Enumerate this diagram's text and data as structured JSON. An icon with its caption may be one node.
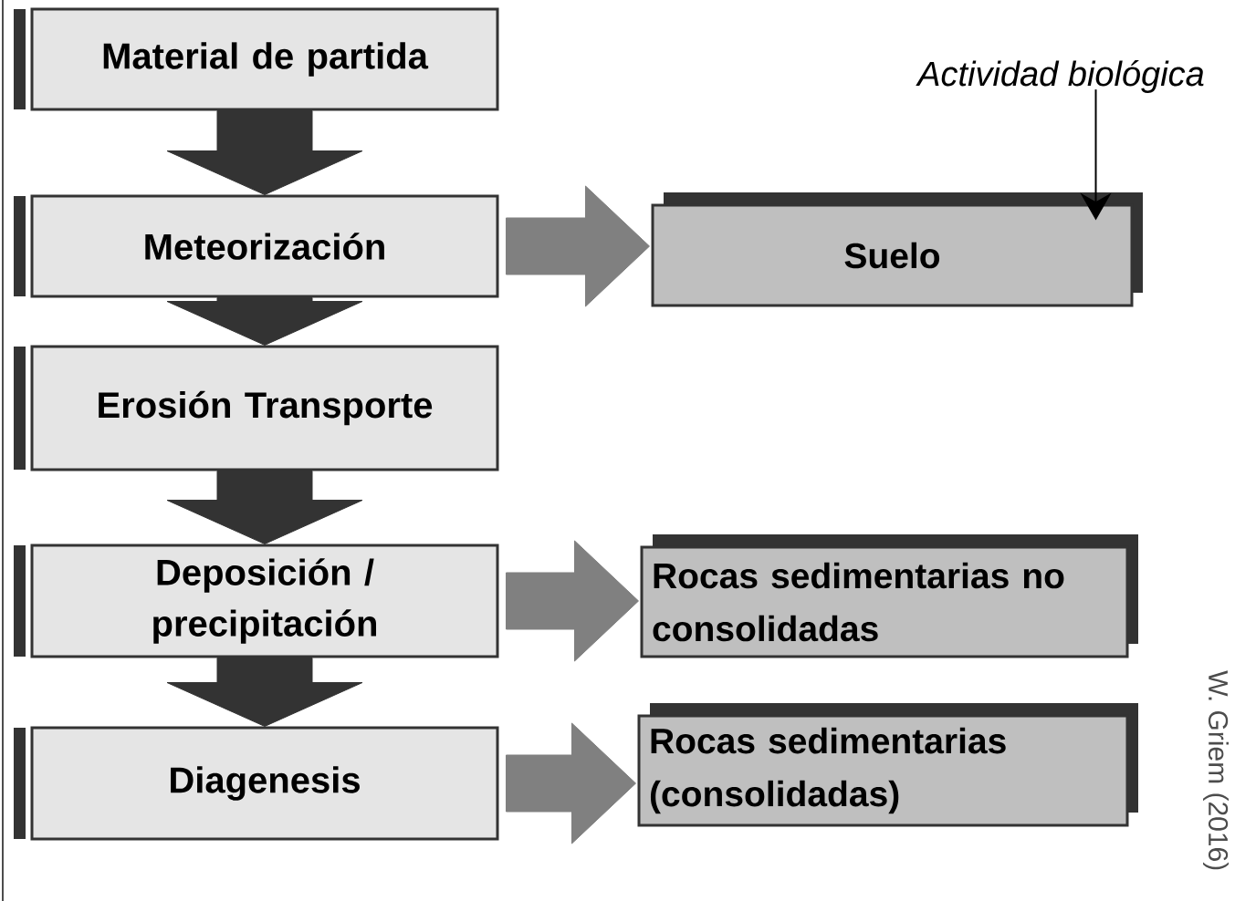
{
  "diagram": {
    "nodes": [
      {
        "text": [
          "Material de partida"
        ]
      },
      {
        "text": [
          "Meteorización"
        ]
      },
      {
        "text": [
          "Erosión Transporte"
        ]
      },
      {
        "text": [
          "Deposición / precipitación"
        ]
      },
      {
        "text": [
          "Diagenesis"
        ]
      },
      {
        "text": [
          "Suelo"
        ]
      },
      {
        "text": [
          "Rocas sedimentarias no consolidadas"
        ]
      },
      {
        "text": [
          "Rocas sedimentarias (consolidadas)"
        ]
      },
      {
        "text": [
          "Actividad biológica"
        ]
      }
    ],
    "edges": [
      {
        "from": 0,
        "to": 1,
        "arrow": "to",
        "style": "thick",
        "color": "#333333"
      },
      {
        "from": 1,
        "to": 2,
        "arrow": "to",
        "style": "thick",
        "color": "#333333"
      },
      {
        "from": 2,
        "to": 3,
        "arrow": "to",
        "style": "thick",
        "color": "#333333"
      },
      {
        "from": 3,
        "to": 4,
        "arrow": "to",
        "style": "thick",
        "color": "#333333"
      },
      {
        "from": 1,
        "to": 5,
        "arrow": "to",
        "style": "thick",
        "color": "#808080"
      },
      {
        "from": 3,
        "to": 6,
        "arrow": "to",
        "style": "thick",
        "color": "#808080"
      },
      {
        "from": 4,
        "to": 7,
        "arrow": "to",
        "style": "thick",
        "color": "#808080"
      },
      {
        "from": 8,
        "to": 5,
        "arrow": "to"
      }
    ],
    "labels": [
      "W. Griem (2016)"
    ]
  }
}
